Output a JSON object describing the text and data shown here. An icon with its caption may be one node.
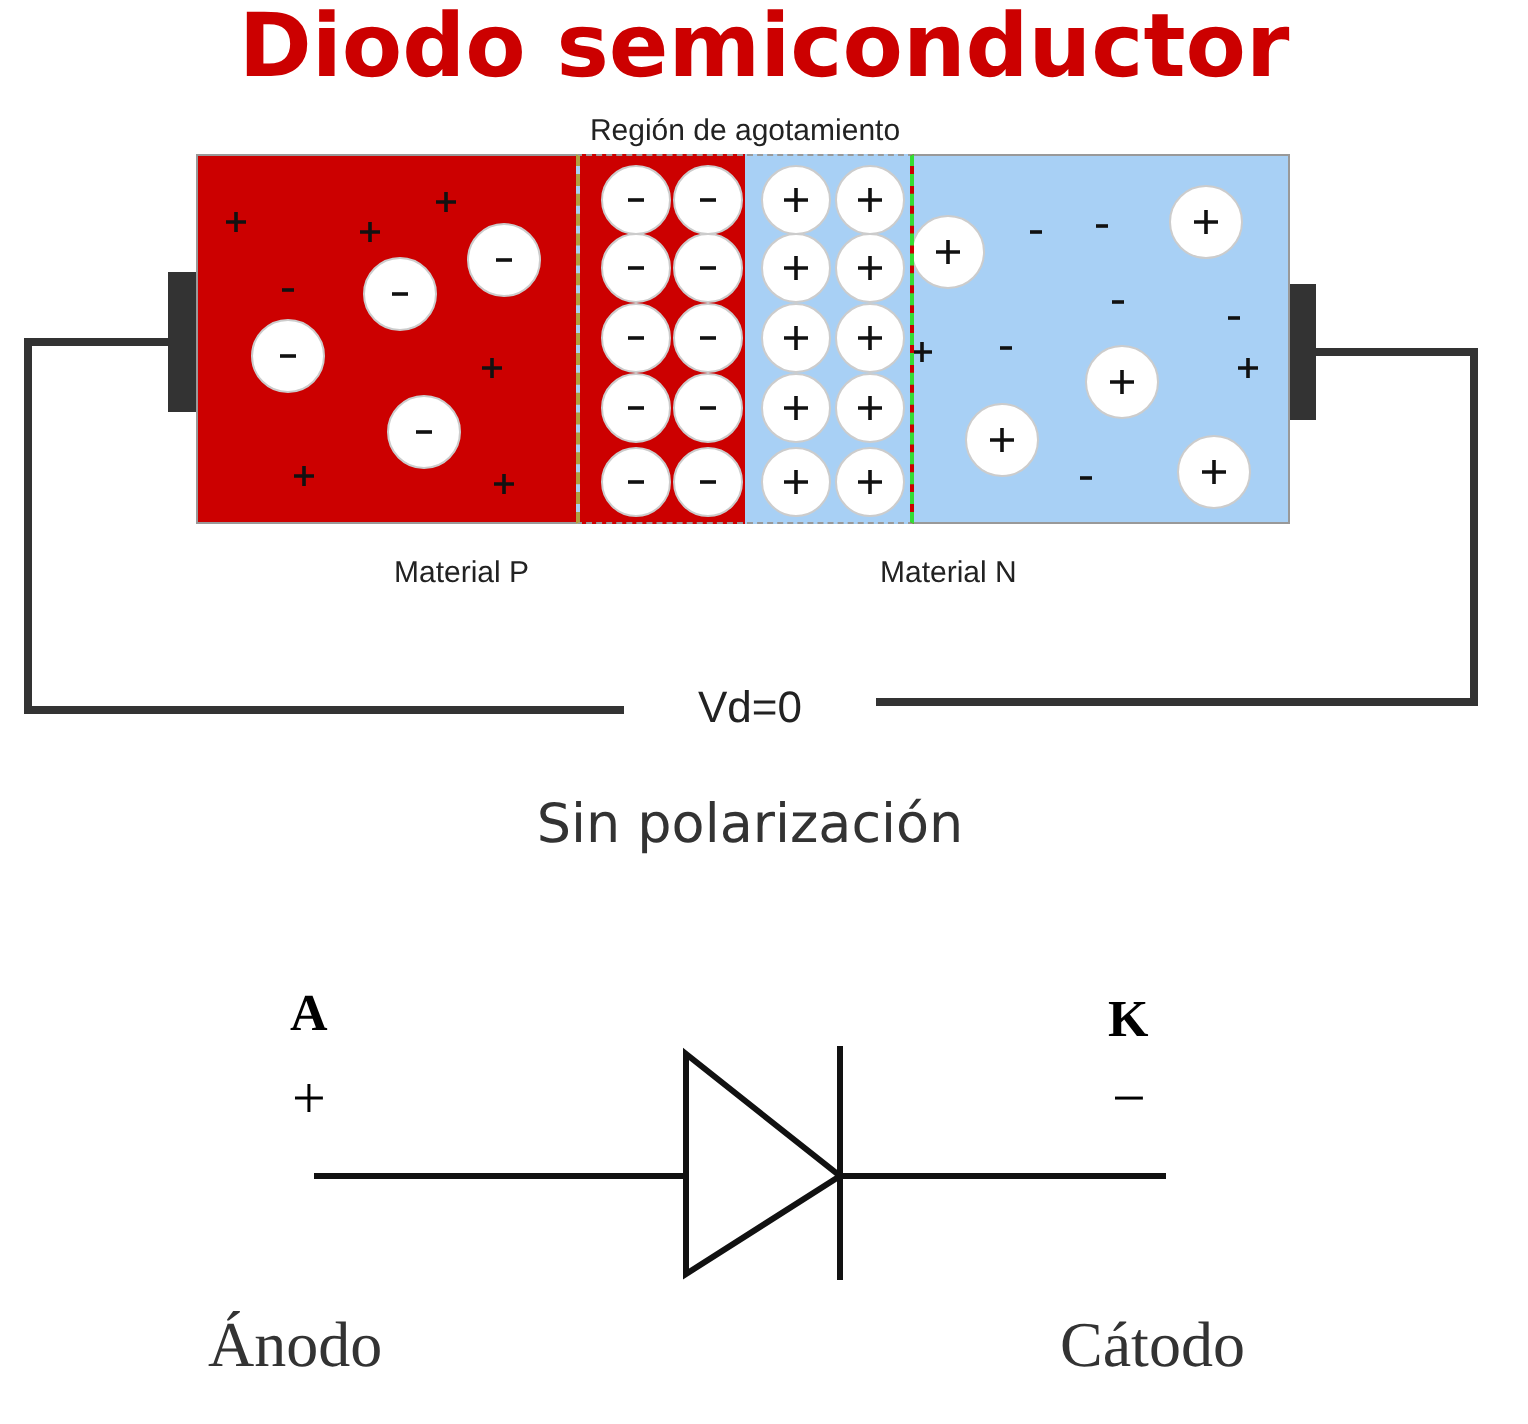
{
  "diagram": {
    "title": "Diodo semiconductor",
    "nodes": [
      {
        "text": [],
        "shape": "box",
        "beside": [
          "Material P"
        ]
      },
      {
        "text": [],
        "shape": "box",
        "beside": [
          "Material N"
        ]
      },
      {
        "text": [
          "Región de agotamiento"
        ]
      },
      {
        "text": [],
        "shape": "bar"
      },
      {
        "text": [],
        "shape": "bar"
      },
      {
        "text": [
          "Vd=0"
        ]
      }
    ],
    "edges": [
      {
        "from": 3,
        "to": 5,
        "arrow": "none"
      },
      {
        "from": 5,
        "to": 4,
        "arrow": "none"
      }
    ],
    "labels": [
      "Sin polarización",
      "A",
      "K",
      "+",
      "−",
      "Ánodo",
      "Cátodo"
    ]
  }
}
